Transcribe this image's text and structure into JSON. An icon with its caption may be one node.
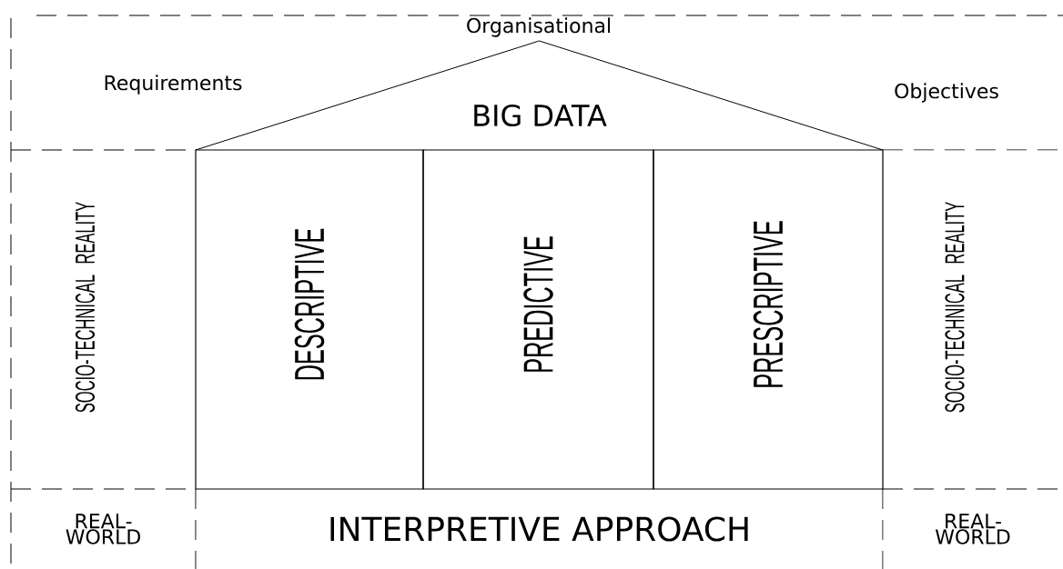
{
  "diagram": {
    "nodes": [
      {
        "text": [
          "BIG DATA"
        ]
      },
      {
        "text": [
          "DESCRIPTIVE"
        ]
      },
      {
        "text": [
          "PREDICTIVE"
        ]
      },
      {
        "text": [
          "PRESCRIPTIVE"
        ]
      },
      {
        "text": [
          "SOCIO-TECHNICAL REALITY"
        ]
      },
      {
        "text": [
          "SOCIO-TECHNICAL REALITY"
        ]
      },
      {
        "text": [
          "REAL- WORLD"
        ]
      },
      {
        "text": [
          "INTERPRETIVE APPROACH"
        ]
      },
      {
        "text": [
          "REAL- WORLD"
        ]
      }
    ],
    "labels": [
      "Organisational",
      "Requirements",
      "Objectives"
    ]
  }
}
